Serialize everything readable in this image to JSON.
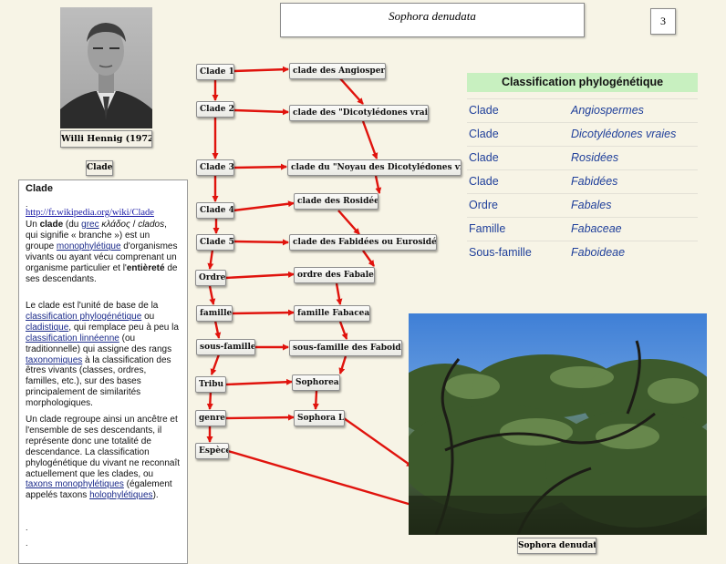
{
  "header": {
    "title": "Sophora denudata",
    "page_number": "3"
  },
  "portrait": {
    "caption": "Willi Hennig (1972)"
  },
  "clade_button": {
    "label": "Clade"
  },
  "clade_panel": {
    "heading": "Clade",
    "dot": ".",
    "url": "http://fr.wikipedia.org/wiki/Clade",
    "p1": {
      "t1": "Un ",
      "bold1": "clade",
      "t2": " (du ",
      "link_grec": "grec",
      "t3": " ",
      "greek": "κλάδος",
      "t4": " / ",
      "clados": "clados",
      "t5": ", qui signifie « branche ») est un groupe ",
      "link_mono": "monophylétique",
      "t6": " d'organismes vivants ou ayant vécu comprenant un organisme particulier et l'",
      "bold2": "entièreté",
      "t7": " de ses descendants."
    },
    "p2": {
      "t1": "Le clade est l'unité de base de la ",
      "link_phylo": "classification phylogénétique",
      "t2": " ou ",
      "link_cladistique": "cladistique",
      "t3": ", qui remplace peu à peu la ",
      "link_linneenne": "classification linnéenne",
      "t4": " (ou traditionnelle) qui assigne des rangs ",
      "link_taxo": "taxonomiques",
      "t5": " à la classification des êtres vivants (classes, ordres, familles, etc.), sur des bases principalement de similarités morphologiques."
    },
    "p3": {
      "t1": "Un clade regroupe ainsi un ancêtre et l'ensemble de ses descendants, il représente donc une totalité de descendance. La classification phylogénétique du vivant ne reconnaît actuellement que les clades, ou ",
      "link_taxons": "taxons monophylétiques",
      "t2": " (également appelés taxons ",
      "link_holo": "holophylétiques",
      "t3": ")."
    },
    "tail1": ".",
    "tail2": "."
  },
  "ranks": [
    "Clade 1",
    "Clade 2",
    "Clade 3",
    "Clade 4",
    "Clade 5",
    "Ordre",
    "famille",
    "sous-famille",
    "Tribu",
    "genre",
    "Espèce"
  ],
  "taxa": [
    "clade des Angiospermes",
    "clade des \"Dicotylédones vraies\"",
    "clade du \"Noyau des Dicotylédones vraies\"",
    "clade des Rosidées",
    "clade des Fabidées ou Eurosidées I",
    "ordre des Fabales",
    "famille Fabaceae",
    "sous-famille des Faboideae",
    "Sophoreae",
    "Sophora L."
  ],
  "classification": {
    "title": "Classification phylogénétique",
    "rows": [
      {
        "rank": "Clade",
        "taxon": "Angiospermes"
      },
      {
        "rank": "Clade",
        "taxon": "Dicotylédones vraies"
      },
      {
        "rank": "Clade",
        "taxon": "Rosidées"
      },
      {
        "rank": "Clade",
        "taxon": "Fabidées"
      },
      {
        "rank": "Ordre",
        "taxon": "Fabales"
      },
      {
        "rank": "Famille",
        "taxon": "Fabaceae"
      },
      {
        "rank": "Sous-famille",
        "taxon": "Faboideae"
      }
    ]
  },
  "photo": {
    "caption": "Sophora denudata"
  },
  "colors": {
    "arrow": "#e0130d",
    "table_header": "#c8f0c0",
    "link": "#1f3f9a",
    "background": "#f7f4e6"
  }
}
